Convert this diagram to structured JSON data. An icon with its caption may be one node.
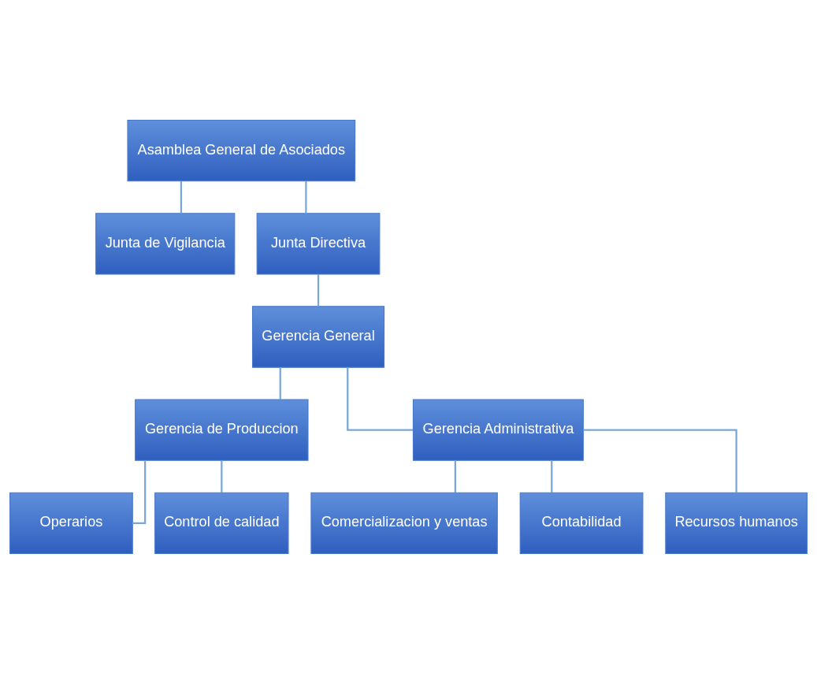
{
  "diagram": {
    "nodes": [
      {
        "text": [
          "Asamblea General de Asociados"
        ]
      },
      {
        "text": [
          "Junta de Vigilancia"
        ]
      },
      {
        "text": [
          "Junta Directiva"
        ]
      },
      {
        "text": [
          "Gerencia General"
        ]
      },
      {
        "text": [
          "Gerencia de Produccion"
        ]
      },
      {
        "text": [
          "Gerencia Administrativa"
        ]
      },
      {
        "text": [
          "Operarios"
        ]
      },
      {
        "text": [
          "Control de calidad"
        ]
      },
      {
        "text": [
          "Comercializacion y ventas"
        ]
      },
      {
        "text": [
          "Contabilidad"
        ]
      },
      {
        "text": [
          "Recursos humanos"
        ]
      }
    ],
    "edges": [
      {
        "from": 0,
        "to": 1,
        "arrow": "none"
      },
      {
        "from": 0,
        "to": 2,
        "arrow": "none"
      },
      {
        "from": 2,
        "to": 3,
        "arrow": "none"
      },
      {
        "from": 3,
        "to": 4,
        "arrow": "none"
      },
      {
        "from": 3,
        "to": 5,
        "arrow": "none"
      },
      {
        "from": 4,
        "to": 6,
        "arrow": "none"
      },
      {
        "from": 4,
        "to": 7,
        "arrow": "none"
      },
      {
        "from": 5,
        "to": 8,
        "arrow": "none"
      },
      {
        "from": 5,
        "to": 9,
        "arrow": "none"
      },
      {
        "from": 5,
        "to": 10,
        "arrow": "none"
      }
    ]
  }
}
